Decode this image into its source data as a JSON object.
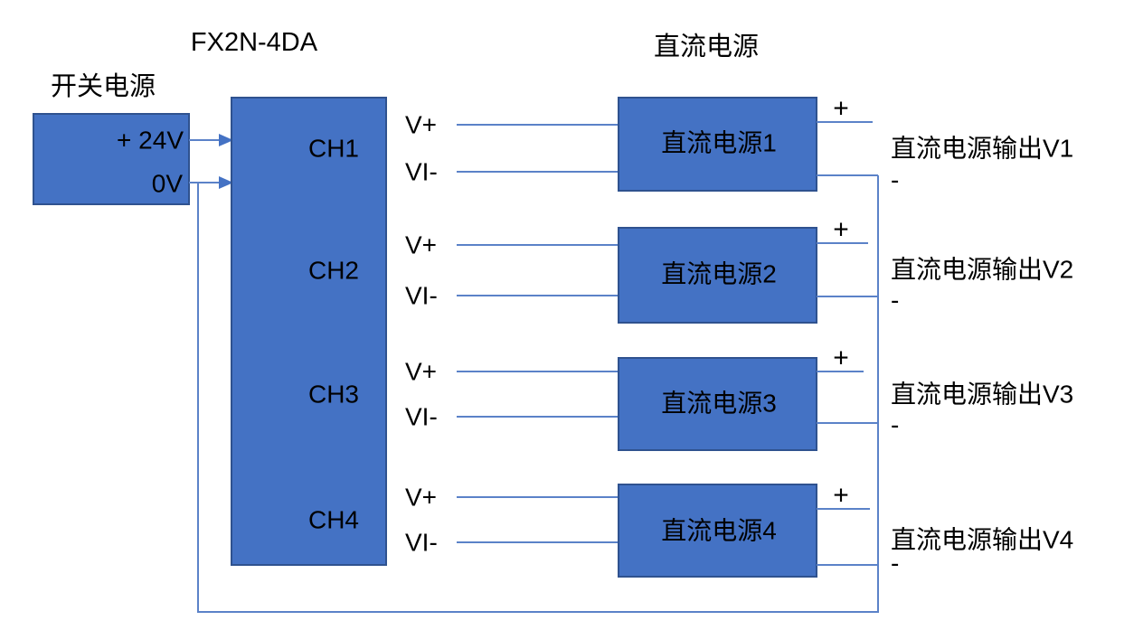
{
  "titles": {
    "switch_power": "开关电源",
    "module": "FX2N-4DA",
    "dc_power_group": "直流电源"
  },
  "switch_power_box": {
    "terminal_24v": "+ 24V",
    "terminal_0v": "0V"
  },
  "channels": [
    {
      "label": "CH1",
      "vplus": "V+",
      "viminus": "VI-"
    },
    {
      "label": "CH2",
      "vplus": "V+",
      "viminus": "VI-"
    },
    {
      "label": "CH3",
      "vplus": "V+",
      "viminus": "VI-"
    },
    {
      "label": "CH4",
      "vplus": "V+",
      "viminus": "VI-"
    }
  ],
  "dc_sources": [
    {
      "label": "直流电源1",
      "plus": "+",
      "minus": "-",
      "output_label": "直流电源输出V1"
    },
    {
      "label": "直流电源2",
      "plus": "+",
      "minus": "-",
      "output_label": "直流电源输出V2"
    },
    {
      "label": "直流电源3",
      "plus": "+",
      "minus": "-",
      "output_label": "直流电源输出V3"
    },
    {
      "label": "直流电源4",
      "plus": "+",
      "minus": "-",
      "output_label": "直流电源输出V4"
    }
  ],
  "colors": {
    "box_fill": "#4472C4",
    "box_border": "#2F528F",
    "wire": "#5B82C8",
    "text": "#000000"
  }
}
